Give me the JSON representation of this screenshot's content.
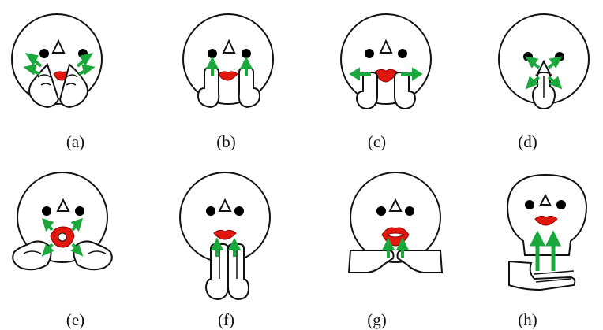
{
  "colors": {
    "lips": "#e0180f",
    "lip_line": "#8b0000",
    "arrow": "#1aa83c",
    "outline": "#111111",
    "eye": "#000000"
  },
  "panels": [
    {
      "label": "(a)",
      "icon": "face-cheek-massage-outward-diagram"
    },
    {
      "label": "(b)",
      "icon": "face-fingers-upward-cheeks-diagram"
    },
    {
      "label": "(c)",
      "icon": "face-lip-corners-outward-diagram"
    },
    {
      "label": "(d)",
      "icon": "face-nose-wing-massage-diagram"
    },
    {
      "label": "(e)",
      "icon": "face-round-mouth-fingers-diagram"
    },
    {
      "label": "(f)",
      "icon": "face-chin-lift-fingers-diagram"
    },
    {
      "label": "(g)",
      "icon": "face-jaw-palms-upward-diagram"
    },
    {
      "label": "(h)",
      "icon": "face-neck-stroke-upward-diagram"
    }
  ]
}
